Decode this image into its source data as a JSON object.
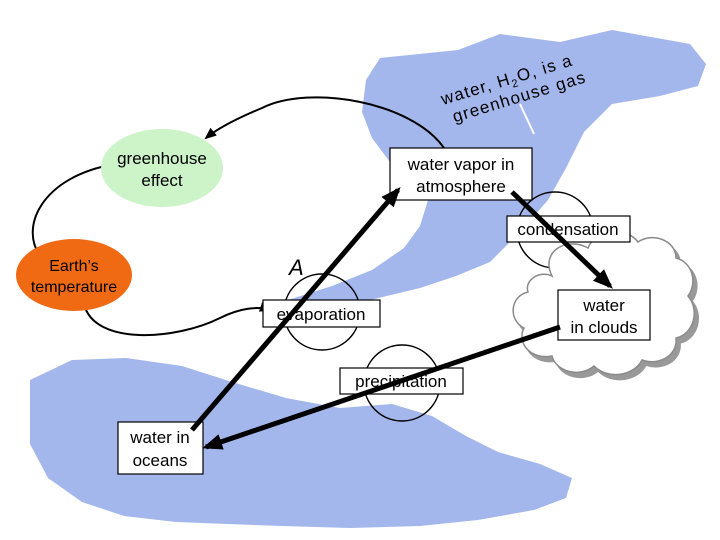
{
  "colors": {
    "water_blue": "#a4b7ec",
    "greenhouse_fill": "#ccf4c8",
    "earth_temp_fill": "#f06a14",
    "cloud_fill": "#ffffff",
    "cloud_outline": "#8a8a8a"
  },
  "annotation": {
    "line1": "water, H",
    "subscript": "2",
    "line1_end": "O, is a",
    "line2": "greenhouse gas"
  },
  "nodes": {
    "greenhouse_effect": [
      "greenhouse",
      "effect"
    ],
    "water_vapor": [
      "water vapor in",
      "atmosphere"
    ],
    "condensation": "condensation",
    "earth_temperature": [
      "Earth’s",
      "temperature"
    ],
    "label_a": "A",
    "evaporation": "evaporation",
    "water_in_clouds": [
      "water",
      "in clouds"
    ],
    "precipitation": "precipitation",
    "water_in_oceans": [
      "water in",
      "oceans"
    ]
  }
}
